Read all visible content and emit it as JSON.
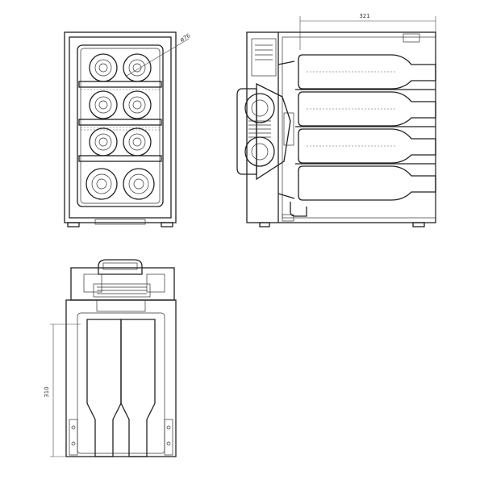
{
  "dimensions": {
    "diameter_label": "ø76",
    "depth_label": "321",
    "height_label": "310"
  }
}
